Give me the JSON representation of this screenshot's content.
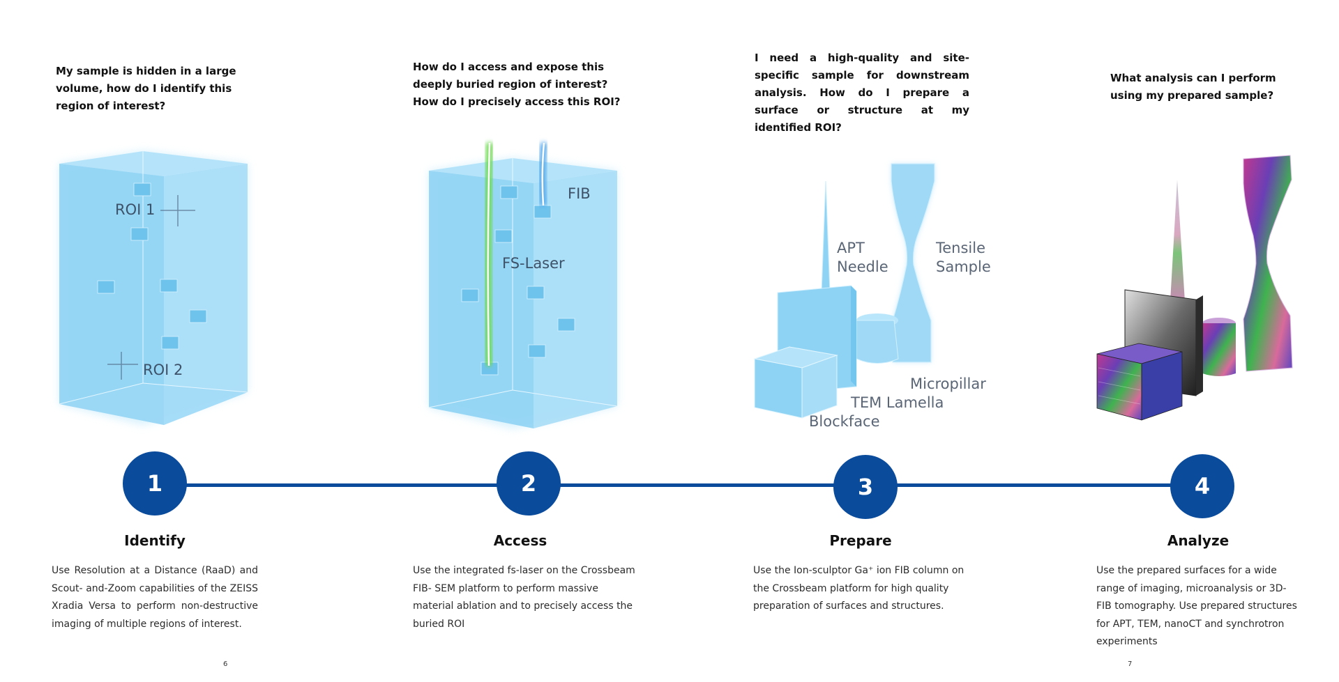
{
  "questions": {
    "q1": "My sample is hidden in a large volume, how do I identify this region of interest?",
    "q2": "How do I access and expose this deeply buried region of interest? How do I precisely access this ROI?",
    "q3": "I need a high-quality and site-specific sample for downstream analysis. How do I prepare a surface or structure at my identified ROI?",
    "q4": "What analysis can I perform using my prepared sample?"
  },
  "illustration_labels": {
    "roi1": "ROI 1",
    "roi2": "ROI 2",
    "fib": "FIB",
    "fs_laser": "FS-Laser",
    "apt_line1": "APT",
    "apt_line2": "Needle",
    "tensile_line1": "Tensile",
    "tensile_line2": "Sample",
    "micropillar": "Micropillar",
    "tem_lamella": "TEM Lamella",
    "blockface": "Blockface"
  },
  "steps": [
    {
      "number": "1",
      "title": "Identify",
      "description": "Use Resolution at a Distance (RaaD) and Scout- and-Zoom capabilities of the ZEISS Xradia Versa to perform non-destructive imaging of multiple regions of interest."
    },
    {
      "number": "2",
      "title": "Access",
      "description": "Use the integrated fs-laser on the Crossbeam FIB- SEM platform to perform massive material ablation and to precisely access the buried ROI"
    },
    {
      "number": "3",
      "title": "Prepare",
      "description": "Use the Ion-sculptor Ga⁺ ion FIB column on the Crossbeam platform for high quality preparation of surfaces and structures."
    },
    {
      "number": "4",
      "title": "Analyze",
      "description": "Use the prepared surfaces for a wide range of imaging, microanalysis or 3D-FIB tomography. Use prepared structures for APT, TEM, nanoCT and synchrotron experiments"
    }
  ],
  "page_numbers": {
    "left": "6",
    "right": "7"
  },
  "colors": {
    "accent": "#0a4b9c",
    "volume_fill": "#8fd3f4",
    "laser_green": "#6ddc4f",
    "fib_blue": "#4aa3ea"
  }
}
